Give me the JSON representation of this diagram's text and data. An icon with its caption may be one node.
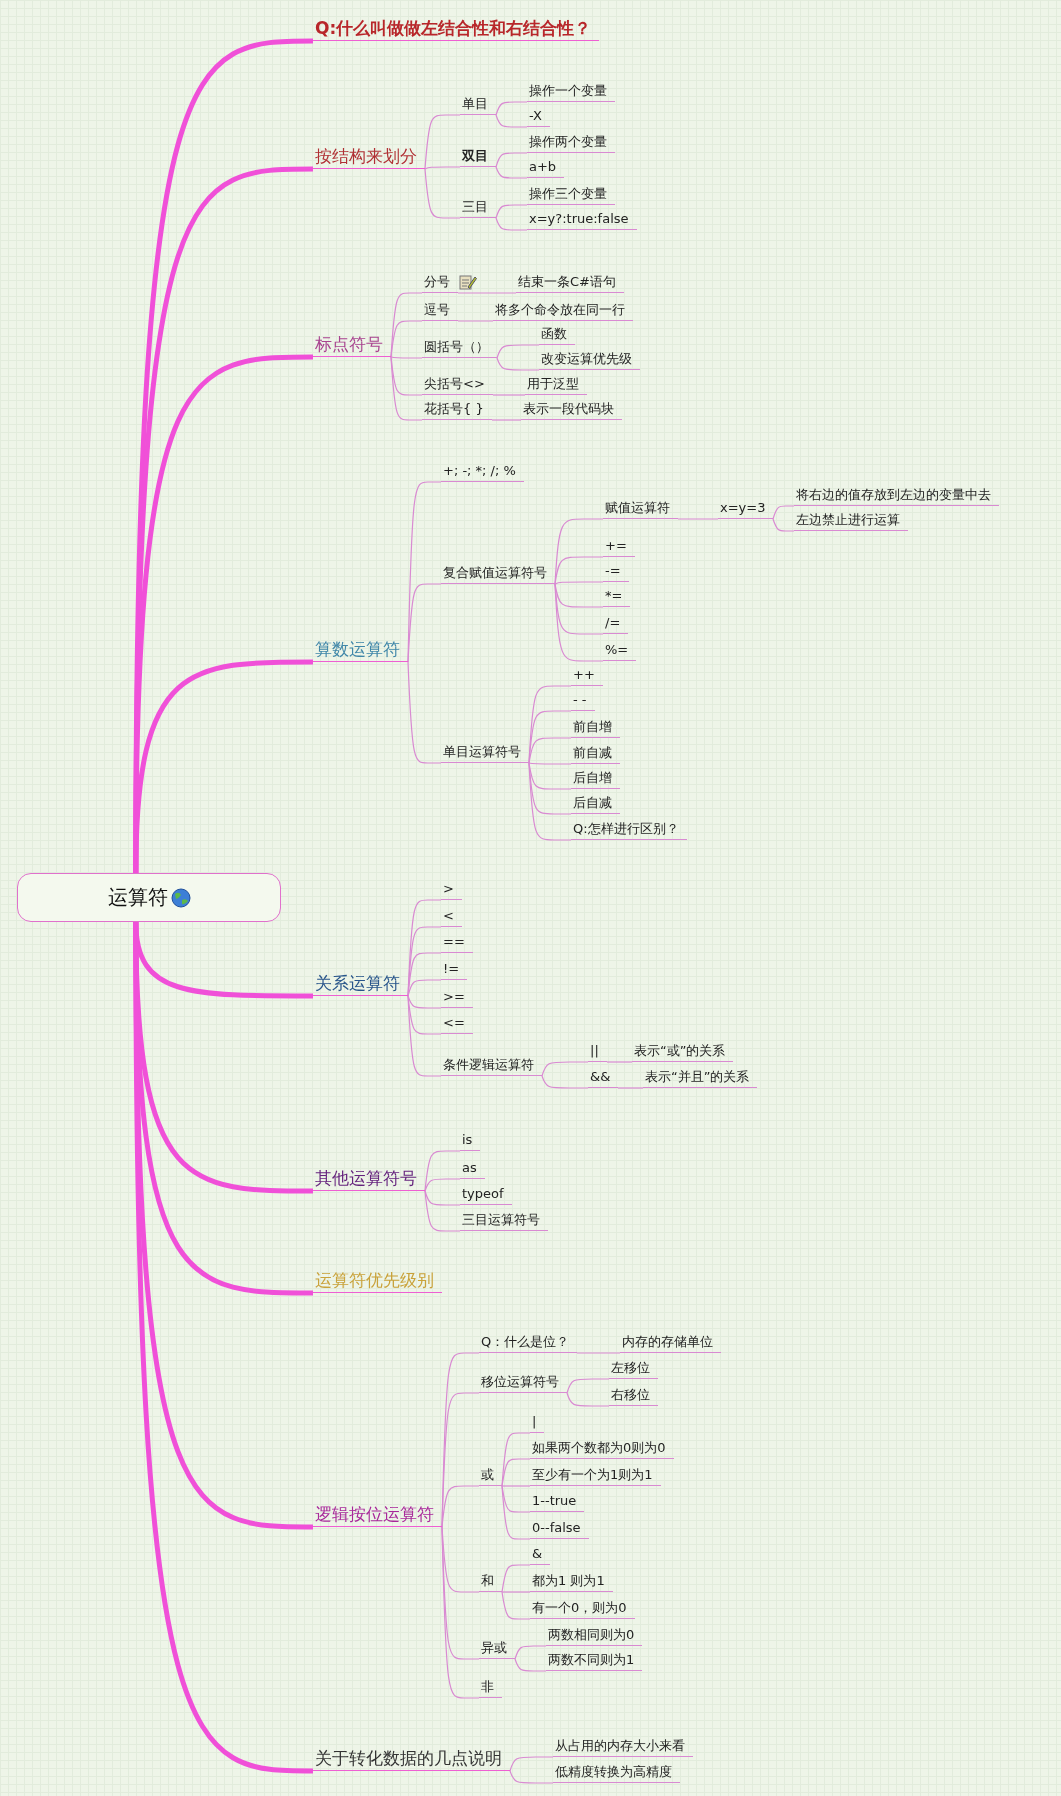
{
  "diagram": {
    "nodes": [
      {
        "text": [
          "运算符"
        ]
      },
      {
        "text": [
          "Q:什么叫做做左结合性和右结合性？"
        ]
      },
      {
        "text": [
          "按结构来划分"
        ]
      },
      {
        "text": [
          "单目"
        ]
      },
      {
        "text": [
          "操作一个变量"
        ]
      },
      {
        "text": [
          "-X"
        ]
      },
      {
        "text": [
          "双目"
        ]
      },
      {
        "text": [
          "操作两个变量"
        ]
      },
      {
        "text": [
          "a+b"
        ]
      },
      {
        "text": [
          "三目"
        ]
      },
      {
        "text": [
          "操作三个变量"
        ]
      },
      {
        "text": [
          "x=y?:true:false"
        ]
      },
      {
        "text": [
          "标点符号"
        ]
      },
      {
        "text": [
          "分号"
        ]
      },
      {
        "text": [
          "结束一条C#语句"
        ]
      },
      {
        "text": [
          "逗号"
        ]
      },
      {
        "text": [
          "将多个命令放在同一行"
        ]
      },
      {
        "text": [
          "圆括号（）"
        ]
      },
      {
        "text": [
          "函数"
        ]
      },
      {
        "text": [
          "改变运算优先级"
        ]
      },
      {
        "text": [
          "尖括号<>"
        ]
      },
      {
        "text": [
          "用于泛型"
        ]
      },
      {
        "text": [
          "花括号{ }"
        ]
      },
      {
        "text": [
          "表示一段代码块"
        ]
      },
      {
        "text": [
          "算数运算符"
        ]
      },
      {
        "text": [
          "+; -; *; /; %"
        ]
      },
      {
        "text": [
          "复合赋值运算符号"
        ]
      },
      {
        "text": [
          "赋值运算符"
        ]
      },
      {
        "text": [
          "x=y=3"
        ]
      },
      {
        "text": [
          "将右边的值存放到左边的变量中去"
        ]
      },
      {
        "text": [
          "左边禁止进行运算"
        ]
      },
      {
        "text": [
          "+="
        ]
      },
      {
        "text": [
          "-="
        ]
      },
      {
        "text": [
          "*="
        ]
      },
      {
        "text": [
          "/="
        ]
      },
      {
        "text": [
          "%="
        ]
      },
      {
        "text": [
          "单目运算符号"
        ]
      },
      {
        "text": [
          "++"
        ]
      },
      {
        "text": [
          "- -"
        ]
      },
      {
        "text": [
          "前自增"
        ]
      },
      {
        "text": [
          "前自减"
        ]
      },
      {
        "text": [
          "后自增"
        ]
      },
      {
        "text": [
          "后自减"
        ]
      },
      {
        "text": [
          "Q:怎样进行区别？"
        ]
      },
      {
        "text": [
          "关系运算符"
        ]
      },
      {
        "text": [
          ">"
        ]
      },
      {
        "text": [
          "<"
        ]
      },
      {
        "text": [
          "=="
        ]
      },
      {
        "text": [
          "!="
        ]
      },
      {
        "text": [
          ">="
        ]
      },
      {
        "text": [
          "<="
        ]
      },
      {
        "text": [
          "条件逻辑运算符"
        ]
      },
      {
        "text": [
          "||"
        ]
      },
      {
        "text": [
          "表示“或”的关系"
        ]
      },
      {
        "text": [
          "&&"
        ]
      },
      {
        "text": [
          "表示“并且”的关系"
        ]
      },
      {
        "text": [
          "其他运算符号"
        ]
      },
      {
        "text": [
          "is"
        ]
      },
      {
        "text": [
          "as"
        ]
      },
      {
        "text": [
          "typeof"
        ]
      },
      {
        "text": [
          "三目运算符号"
        ]
      },
      {
        "text": [
          "运算符优先级别"
        ]
      },
      {
        "text": [
          "逻辑按位运算符"
        ]
      },
      {
        "text": [
          "Q：什么是位？"
        ]
      },
      {
        "text": [
          "内存的存储单位"
        ]
      },
      {
        "text": [
          "移位运算符号"
        ]
      },
      {
        "text": [
          "左移位"
        ]
      },
      {
        "text": [
          "右移位"
        ]
      },
      {
        "text": [
          "或"
        ]
      },
      {
        "text": [
          "|"
        ]
      },
      {
        "text": [
          "如果两个数都为0则为0"
        ]
      },
      {
        "text": [
          "至少有一个为1则为1"
        ]
      },
      {
        "text": [
          "1--true"
        ]
      },
      {
        "text": [
          "0--false"
        ]
      },
      {
        "text": [
          "和"
        ]
      },
      {
        "text": [
          "&"
        ]
      },
      {
        "text": [
          "都为1 则为1"
        ]
      },
      {
        "text": [
          "有一个0，则为0"
        ]
      },
      {
        "text": [
          "异或"
        ]
      },
      {
        "text": [
          "两数相同则为0"
        ]
      },
      {
        "text": [
          "两数不同则为1"
        ]
      },
      {
        "text": [
          "非"
        ]
      },
      {
        "text": [
          "关于转化数据的几点说明"
        ]
      },
      {
        "text": [
          "从占用的内存大小来看"
        ]
      },
      {
        "text": [
          "低精度转换为高精度"
        ]
      }
    ],
    "edges": [
      {
        "from": 0,
        "to": 1,
        "arrow": "none",
        "style": "thick",
        "color": "#f050d8"
      },
      {
        "from": 0,
        "to": 2,
        "arrow": "none",
        "style": "thick",
        "color": "#f050d8"
      },
      {
        "from": 0,
        "to": 12,
        "arrow": "none",
        "style": "thick",
        "color": "#f050d8"
      },
      {
        "from": 0,
        "to": 24,
        "arrow": "none",
        "style": "thick",
        "color": "#f050d8"
      },
      {
        "from": 0,
        "to": 44,
        "arrow": "none",
        "style": "thick",
        "color": "#f050d8"
      },
      {
        "from": 0,
        "to": 56,
        "arrow": "none",
        "style": "thick",
        "color": "#f050d8"
      },
      {
        "from": 0,
        "to": 61,
        "arrow": "none",
        "style": "thick",
        "color": "#f050d8"
      },
      {
        "from": 0,
        "to": 62,
        "arrow": "none",
        "style": "thick",
        "color": "#f050d8"
      },
      {
        "from": 0,
        "to": 82,
        "arrow": "none",
        "style": "thick",
        "color": "#f050d8"
      },
      {
        "from": 2,
        "to": 3,
        "arrow": "none"
      },
      {
        "from": 3,
        "to": 4,
        "arrow": "none"
      },
      {
        "from": 3,
        "to": 5,
        "arrow": "none"
      },
      {
        "from": 2,
        "to": 6,
        "arrow": "none"
      },
      {
        "from": 6,
        "to": 7,
        "arrow": "none"
      },
      {
        "from": 6,
        "to": 8,
        "arrow": "none"
      },
      {
        "from": 2,
        "to": 9,
        "arrow": "none"
      },
      {
        "from": 9,
        "to": 10,
        "arrow": "none"
      },
      {
        "from": 9,
        "to": 11,
        "arrow": "none"
      },
      {
        "from": 12,
        "to": 13,
        "arrow": "none"
      },
      {
        "from": 13,
        "to": 14,
        "arrow": "none"
      },
      {
        "from": 12,
        "to": 15,
        "arrow": "none"
      },
      {
        "from": 15,
        "to": 16,
        "arrow": "none"
      },
      {
        "from": 12,
        "to": 17,
        "arrow": "none"
      },
      {
        "from": 17,
        "to": 18,
        "arrow": "none"
      },
      {
        "from": 17,
        "to": 19,
        "arrow": "none"
      },
      {
        "from": 12,
        "to": 20,
        "arrow": "none"
      },
      {
        "from": 20,
        "to": 21,
        "arrow": "none"
      },
      {
        "from": 12,
        "to": 22,
        "arrow": "none"
      },
      {
        "from": 22,
        "to": 23,
        "arrow": "none"
      },
      {
        "from": 24,
        "to": 25,
        "arrow": "none"
      },
      {
        "from": 24,
        "to": 26,
        "arrow": "none"
      },
      {
        "from": 26,
        "to": 27,
        "arrow": "none"
      },
      {
        "from": 27,
        "to": 28,
        "arrow": "none"
      },
      {
        "from": 28,
        "to": 29,
        "arrow": "none"
      },
      {
        "from": 28,
        "to": 30,
        "arrow": "none"
      },
      {
        "from": 26,
        "to": 31,
        "arrow": "none"
      },
      {
        "from": 26,
        "to": 32,
        "arrow": "none"
      },
      {
        "from": 26,
        "to": 33,
        "arrow": "none"
      },
      {
        "from": 26,
        "to": 34,
        "arrow": "none"
      },
      {
        "from": 26,
        "to": 35,
        "arrow": "none"
      },
      {
        "from": 24,
        "to": 36,
        "arrow": "none"
      },
      {
        "from": 36,
        "to": 37,
        "arrow": "none"
      },
      {
        "from": 36,
        "to": 38,
        "arrow": "none"
      },
      {
        "from": 36,
        "to": 39,
        "arrow": "none"
      },
      {
        "from": 36,
        "to": 40,
        "arrow": "none"
      },
      {
        "from": 36,
        "to": 41,
        "arrow": "none"
      },
      {
        "from": 36,
        "to": 42,
        "arrow": "none"
      },
      {
        "from": 36,
        "to": 43,
        "arrow": "none"
      },
      {
        "from": 44,
        "to": 45,
        "arrow": "none"
      },
      {
        "from": 44,
        "to": 46,
        "arrow": "none"
      },
      {
        "from": 44,
        "to": 47,
        "arrow": "none"
      },
      {
        "from": 44,
        "to": 48,
        "arrow": "none"
      },
      {
        "from": 44,
        "to": 49,
        "arrow": "none"
      },
      {
        "from": 44,
        "to": 50,
        "arrow": "none"
      },
      {
        "from": 44,
        "to": 51,
        "arrow": "none"
      },
      {
        "from": 51,
        "to": 52,
        "arrow": "none"
      },
      {
        "from": 52,
        "to": 53,
        "arrow": "none"
      },
      {
        "from": 51,
        "to": 54,
        "arrow": "none"
      },
      {
        "from": 54,
        "to": 55,
        "arrow": "none"
      },
      {
        "from": 56,
        "to": 57,
        "arrow": "none"
      },
      {
        "from": 56,
        "to": 58,
        "arrow": "none"
      },
      {
        "from": 56,
        "to": 59,
        "arrow": "none"
      },
      {
        "from": 56,
        "to": 60,
        "arrow": "none"
      },
      {
        "from": 62,
        "to": 63,
        "arrow": "none"
      },
      {
        "from": 63,
        "to": 64,
        "arrow": "none"
      },
      {
        "from": 62,
        "to": 65,
        "arrow": "none"
      },
      {
        "from": 65,
        "to": 66,
        "arrow": "none"
      },
      {
        "from": 65,
        "to": 67,
        "arrow": "none"
      },
      {
        "from": 62,
        "to": 68,
        "arrow": "none"
      },
      {
        "from": 68,
        "to": 69,
        "arrow": "none"
      },
      {
        "from": 68,
        "to": 70,
        "arrow": "none"
      },
      {
        "from": 68,
        "to": 71,
        "arrow": "none"
      },
      {
        "from": 68,
        "to": 72,
        "arrow": "none"
      },
      {
        "from": 68,
        "to": 73,
        "arrow": "none"
      },
      {
        "from": 62,
        "to": 74,
        "arrow": "none"
      },
      {
        "from": 74,
        "to": 75,
        "arrow": "none"
      },
      {
        "from": 74,
        "to": 76,
        "arrow": "none"
      },
      {
        "from": 74,
        "to": 77,
        "arrow": "none"
      },
      {
        "from": 62,
        "to": 78,
        "arrow": "none"
      },
      {
        "from": 78,
        "to": 79,
        "arrow": "none"
      },
      {
        "from": 78,
        "to": 80,
        "arrow": "none"
      },
      {
        "from": 62,
        "to": 81,
        "arrow": "none"
      },
      {
        "from": 82,
        "to": 83,
        "arrow": "none"
      },
      {
        "from": 82,
        "to": 84,
        "arrow": "none"
      }
    ]
  }
}
